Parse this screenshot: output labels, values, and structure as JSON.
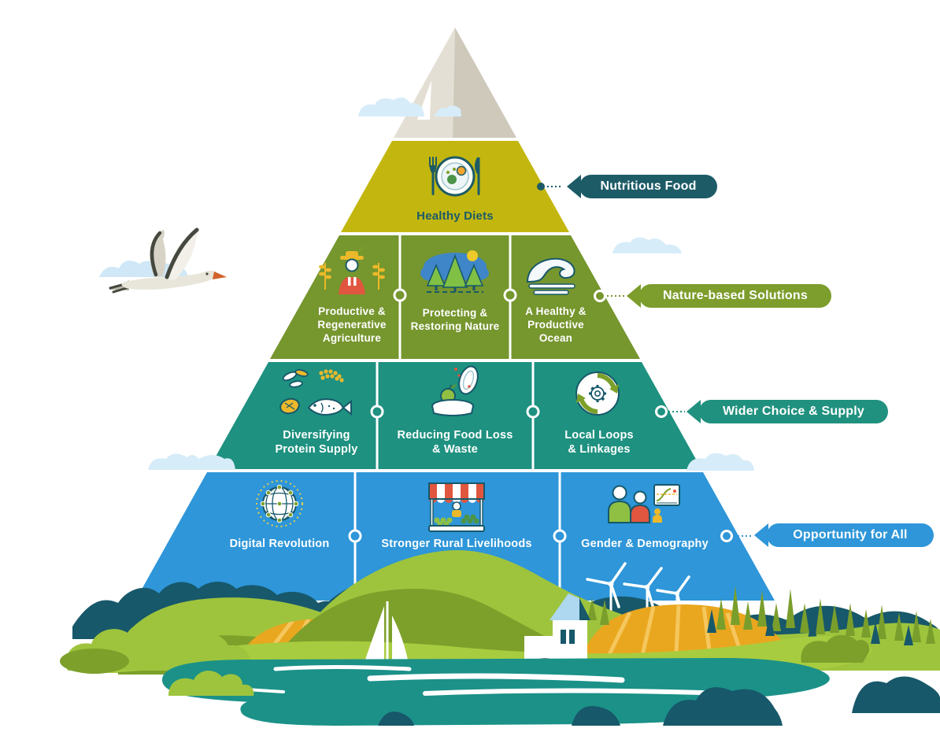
{
  "diagram": {
    "type": "pyramid-infographic",
    "levels": [
      {
        "pill_label": "Nutritious Food",
        "band_color": "#c3b70f",
        "pill_color": "#1d5b67",
        "label_color": "#1d5b67",
        "cells": [
          {
            "label": "Healthy Diets",
            "icon": "plate-cutlery-icon"
          }
        ]
      },
      {
        "pill_label": "Nature-based Solutions",
        "band_color": "#76962e",
        "pill_color": "#7d9d2c",
        "label_color": "#ffffff",
        "cells": [
          {
            "label": "Productive &\nRegenerative\nAgriculture",
            "icon": "farmer-crops-icon"
          },
          {
            "label": "Protecting &\nRestoring Nature",
            "icon": "forest-icon"
          },
          {
            "label": "A Healthy &\nProductive\nOcean",
            "icon": "ocean-wave-icon"
          }
        ]
      },
      {
        "pill_label": "Wider Choice & Supply",
        "band_color": "#1e9180",
        "pill_color": "#21917f",
        "label_color": "#ffffff",
        "cells": [
          {
            "label": "Diversifying\nProtein Supply",
            "icon": "protein-foods-icon"
          },
          {
            "label": "Reducing Food Loss\n& Waste",
            "icon": "food-waste-bin-icon"
          },
          {
            "label": "Local Loops\n& Linkages",
            "icon": "circular-arrows-gear-icon"
          }
        ]
      },
      {
        "pill_label": "Opportunity for All",
        "band_color": "#2e96d9",
        "pill_color": "#2e96d9",
        "label_color": "#ffffff",
        "cells": [
          {
            "label": "Digital Revolution",
            "icon": "globe-network-icon"
          },
          {
            "label": "Stronger Rural Livelihoods",
            "icon": "market-stall-icon"
          },
          {
            "label": "Gender & Demography",
            "icon": "people-chart-icon"
          }
        ]
      }
    ],
    "peak_colors": {
      "light": "#e4dfd4",
      "dark": "#cfc9bc",
      "snow": "#ffffff"
    },
    "scenery_icons": [
      "flying-crane-icon",
      "cloud-icon",
      "mountain-ridge",
      "green-hills",
      "crop-fields",
      "sailboat-icon",
      "farmhouse-icon",
      "wind-turbine-icon",
      "conifer-tree-icon",
      "lake",
      "rocks"
    ],
    "scenery_colors": {
      "dark_teal": "#17586a",
      "olive": "#7da02b",
      "light_green": "#9ec43d",
      "bright_green": "#a8cc3f",
      "field_yellow": "#e9a71f",
      "field_stripe": "#f5c75d",
      "lake_teal": "#1b9188",
      "cloud_blue": "#d7ecf9",
      "accent_red": "#e0563f",
      "accent_yellow": "#ecb92a"
    }
  }
}
